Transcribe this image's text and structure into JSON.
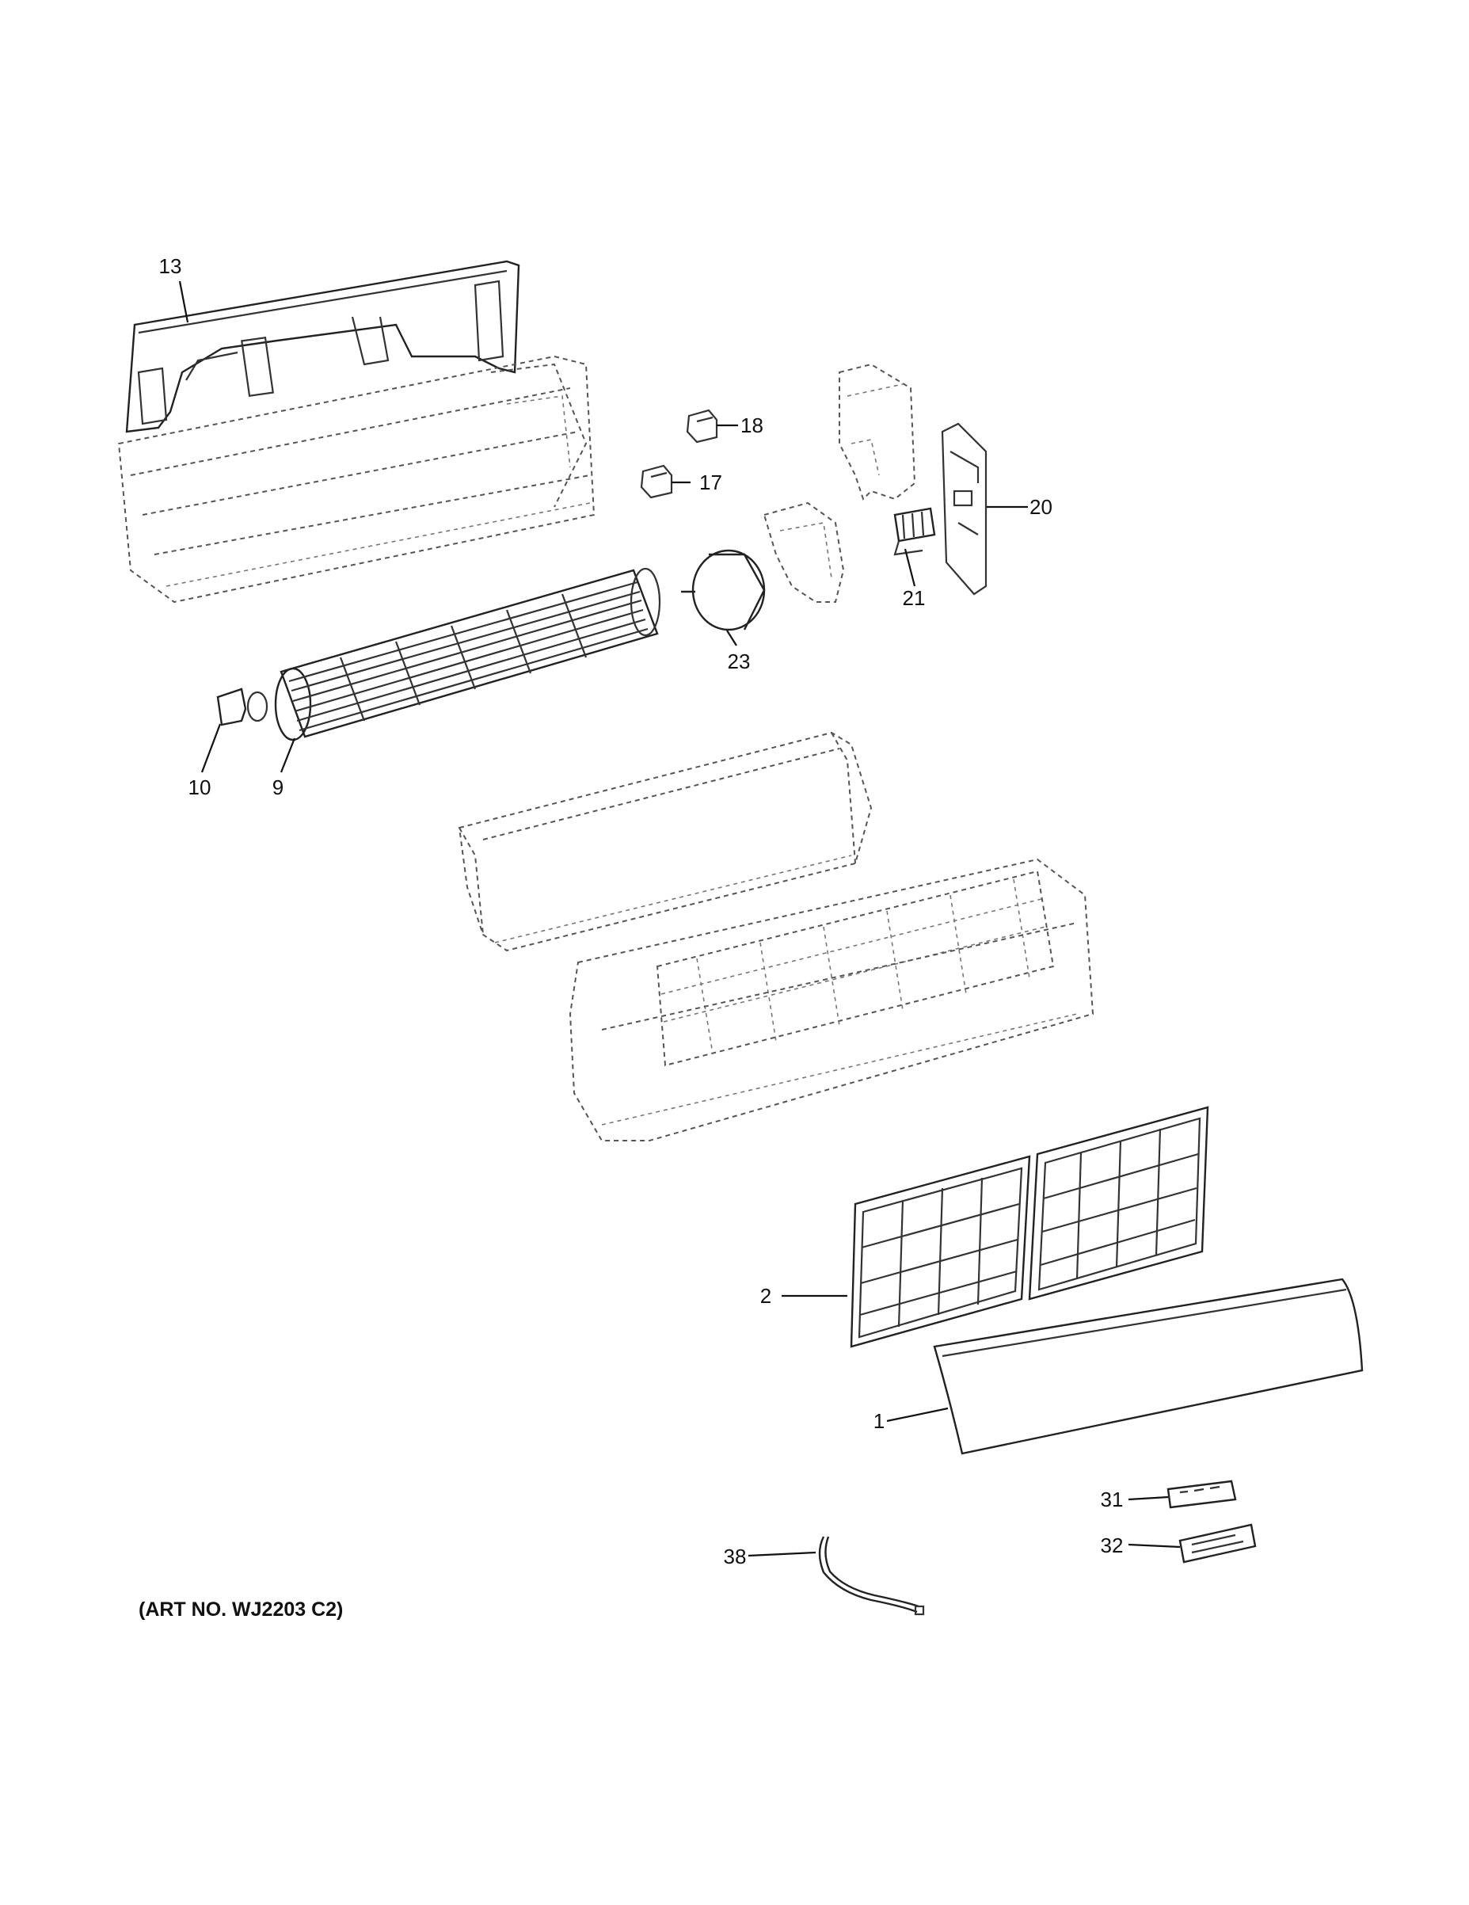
{
  "callouts": {
    "c13": "13",
    "c18": "18",
    "c17": "17",
    "c20": "20",
    "c21": "21",
    "c23": "23",
    "c10": "10",
    "c9": "9",
    "c2": "2",
    "c1": "1",
    "c31": "31",
    "c32": "32",
    "c38": "38"
  },
  "art_number": "(ART NO. WJ2203 C2)"
}
